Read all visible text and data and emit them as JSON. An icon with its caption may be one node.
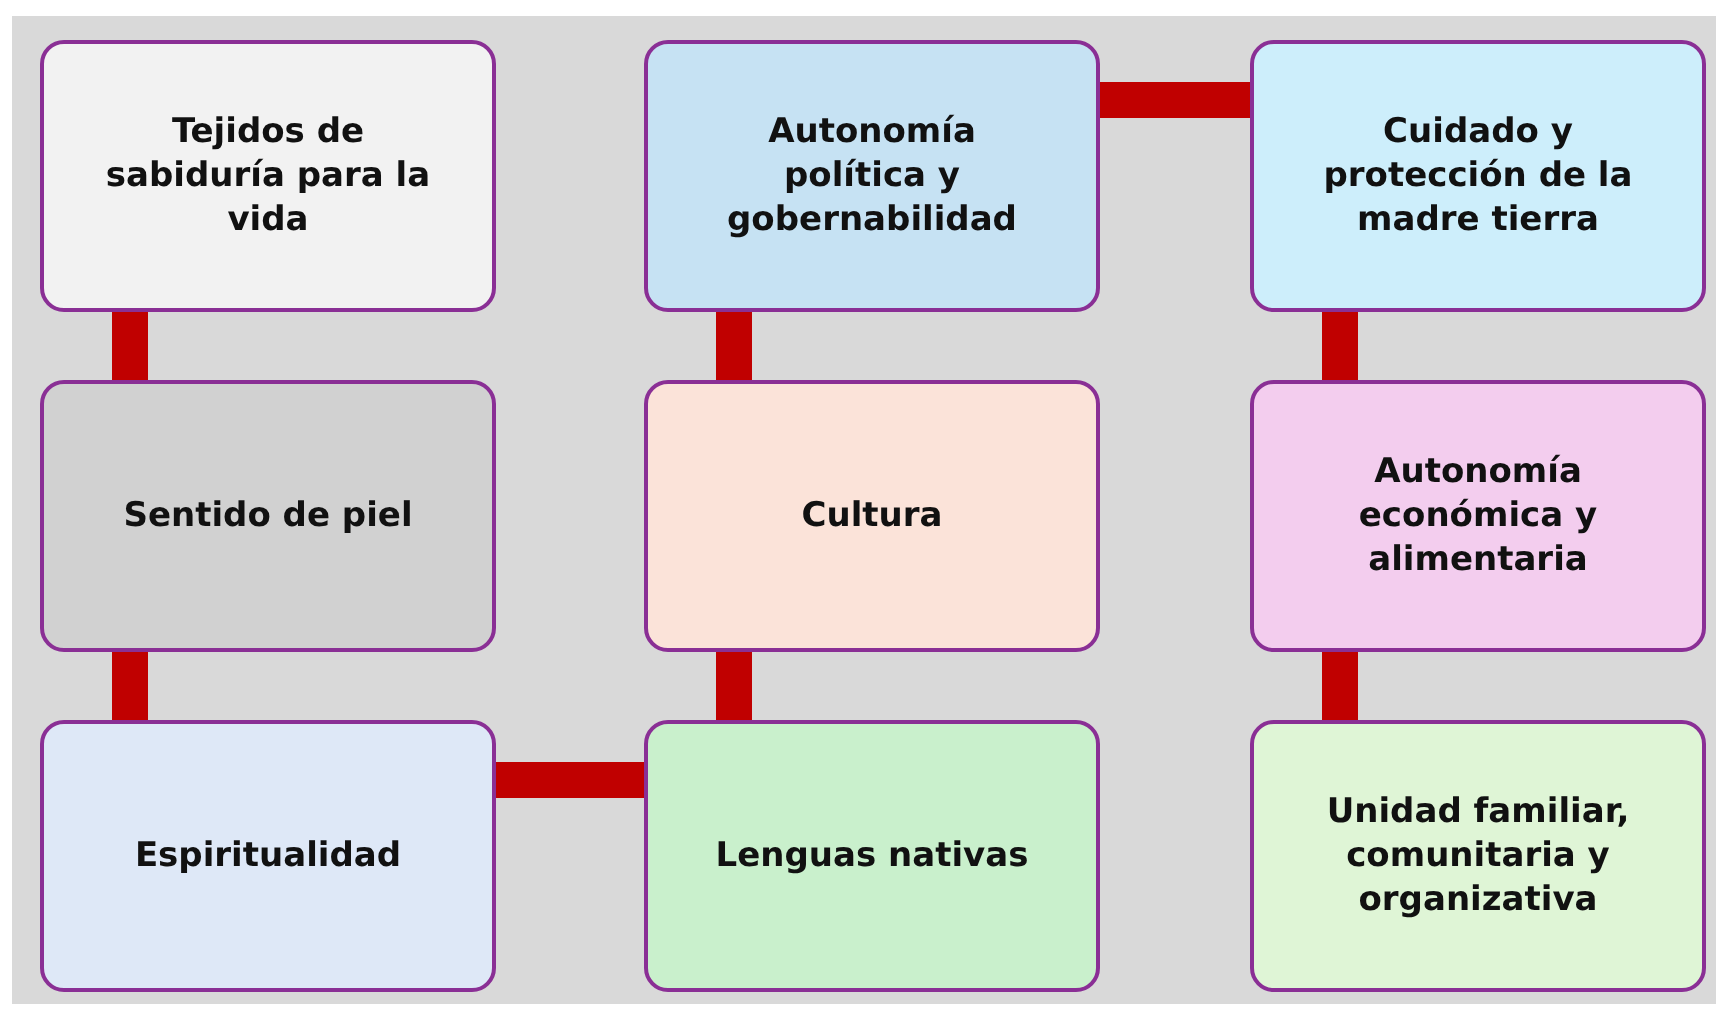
{
  "diagram": {
    "nodes": [
      {
        "text": [
          "Tejidos de sabiduría para la vida"
        ]
      },
      {
        "text": [
          "Autonomía política y gobernabilidad"
        ]
      },
      {
        "text": [
          "Cuidado y protección de la madre tierra"
        ]
      },
      {
        "text": [
          "Sentido de piel"
        ]
      },
      {
        "text": [
          "Cultura"
        ]
      },
      {
        "text": [
          "Autonomía económica y alimentaria"
        ]
      },
      {
        "text": [
          "Espiritualidad"
        ]
      },
      {
        "text": [
          "Lenguas nativas"
        ]
      },
      {
        "text": [
          "Unidad familiar, comunitaria y organizativa"
        ]
      }
    ],
    "edges": [
      {
        "from": 0,
        "to": 3,
        "arrow": "none"
      },
      {
        "from": 3,
        "to": 6,
        "arrow": "none"
      },
      {
        "from": 6,
        "to": 7,
        "arrow": "none"
      },
      {
        "from": 7,
        "to": 4,
        "arrow": "none"
      },
      {
        "from": 4,
        "to": 1,
        "arrow": "none"
      },
      {
        "from": 1,
        "to": 2,
        "arrow": "none"
      },
      {
        "from": 2,
        "to": 5,
        "arrow": "none"
      },
      {
        "from": 5,
        "to": 8,
        "arrow": "none"
      }
    ]
  }
}
